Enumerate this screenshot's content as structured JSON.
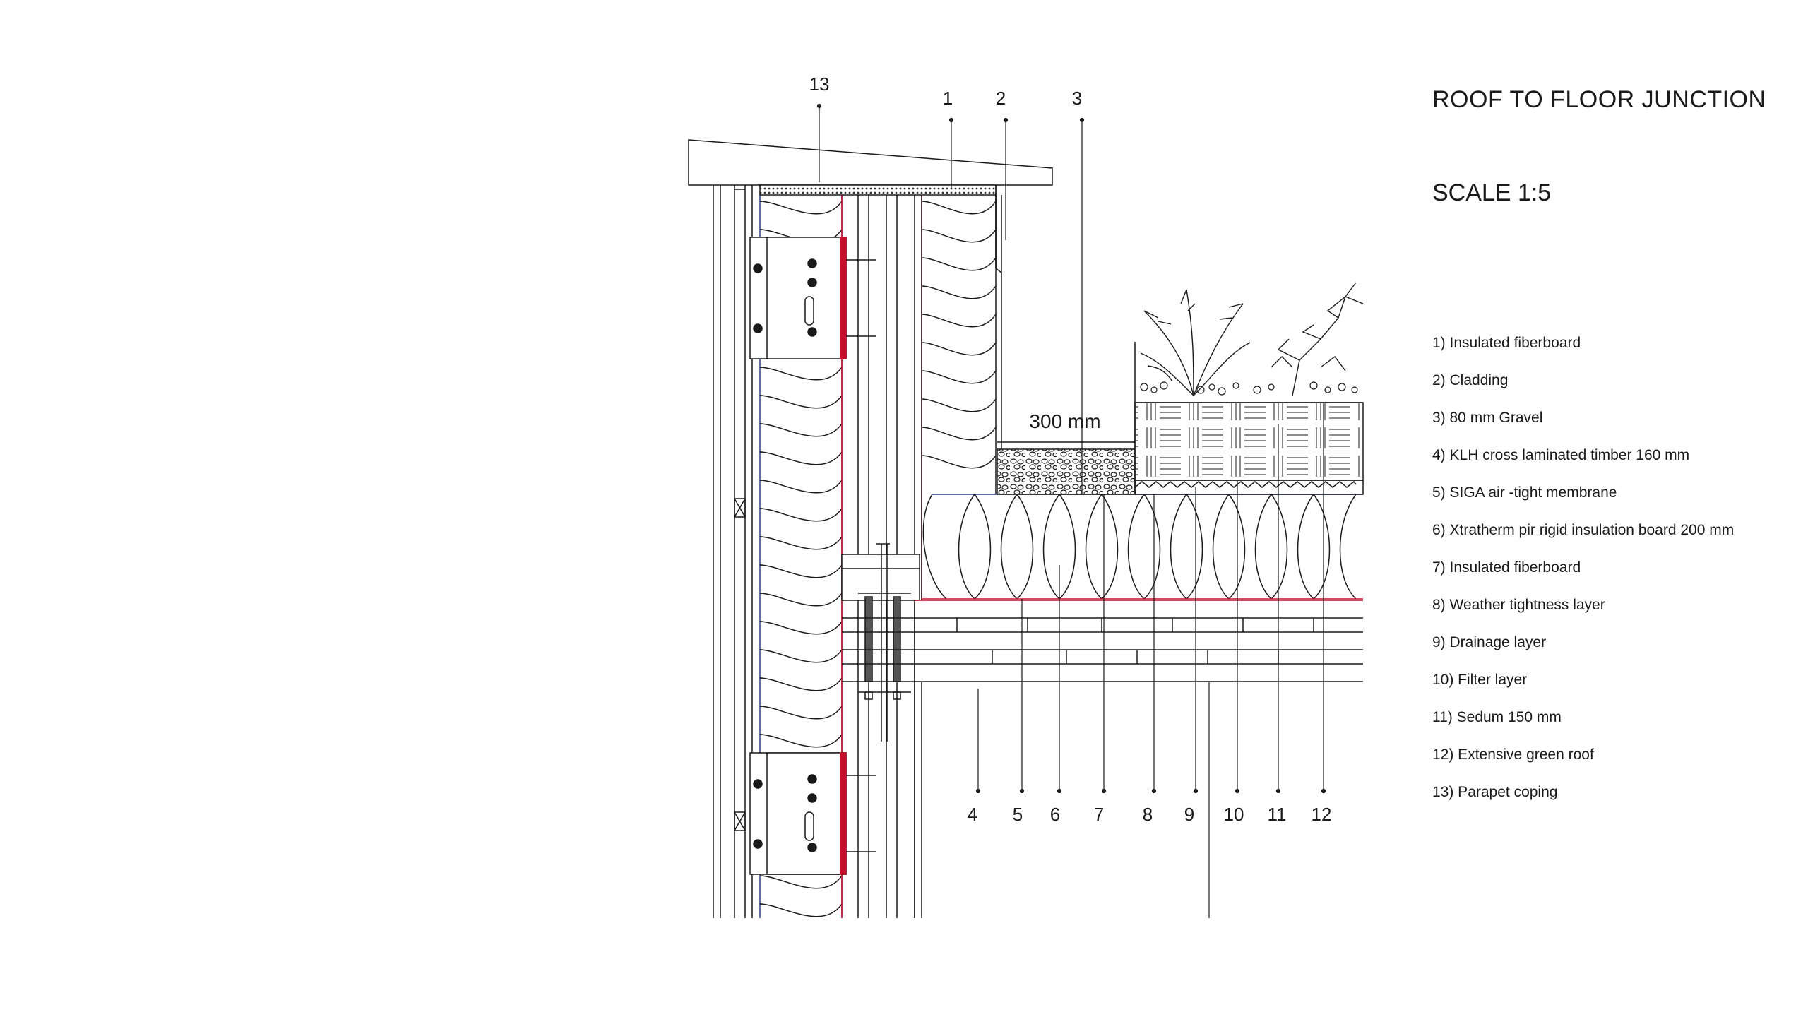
{
  "title": "ROOF TO FLOOR JUNCTION",
  "scale": "SCALE 1:5",
  "dimension_label": "300 mm",
  "legend": [
    "1) Insulated fiberboard",
    "2) Cladding",
    "3) 80 mm Gravel",
    "4) KLH cross laminated timber 160 mm",
    "5) SIGA air -tight membrane",
    "6)  Xtratherm pir rigid insulation board 200 mm",
    "7) Insulated fiberboard",
    "8) Weather tightness layer",
    "9) Drainage layer",
    "10) Filter layer",
    "11) Sedum 150 mm",
    "12) Extensive green roof",
    "13) Parapet coping"
  ],
  "callouts_top": [
    "13",
    "1",
    "2",
    "3"
  ],
  "callouts_bottom": [
    "4",
    "5",
    "6",
    "7",
    "8",
    "9",
    "10",
    "11",
    "12"
  ],
  "colors": {
    "line": "#1a1a1a",
    "membrane": "#c8102e",
    "insulation_outline": "#2b3a8c"
  }
}
